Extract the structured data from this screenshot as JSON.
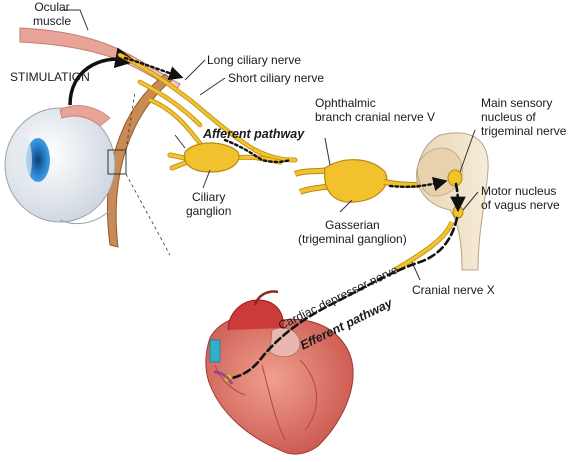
{
  "labels": {
    "ocular_muscle": [
      "Ocular",
      "muscle"
    ],
    "stimulation": "STIMULATION",
    "long_ciliary_nerve": "Long ciliary nerve",
    "short_ciliary_nerve": "Short ciliary nerve",
    "afferent_pathway": "Afferent pathway",
    "ciliary_ganglion": [
      "Ciliary",
      "ganglion"
    ],
    "ophthalmic_branch": [
      "Ophthalmic",
      "branch cranial nerve V"
    ],
    "main_sensory_nucleus": [
      "Main sensory",
      "nucleus of",
      "trigeminal nerve"
    ],
    "motor_nucleus_vagus": [
      "Motor nucleus",
      "of vagus nerve"
    ],
    "gasserian": [
      "Gasserian",
      "(trigeminal ganglion)"
    ],
    "cardiac_depressor_nerve": "Cardiac depressor nerve",
    "efferent_pathway": "Efferent pathway",
    "cranial_nerve_x": "Cranial nerve X"
  },
  "colors": {
    "nerve": "#f2c12e",
    "nerve_outline": "#b98a10",
    "muscle": "#e9a49a",
    "eye_sclera": "#eef1f4",
    "iris": "#2f8fd6",
    "orbit_bone": "#c98a55",
    "brainstem": "#efe2c8",
    "heart": "#d9665c",
    "aorta": "#cc3a3a",
    "pathway": "#111111"
  }
}
